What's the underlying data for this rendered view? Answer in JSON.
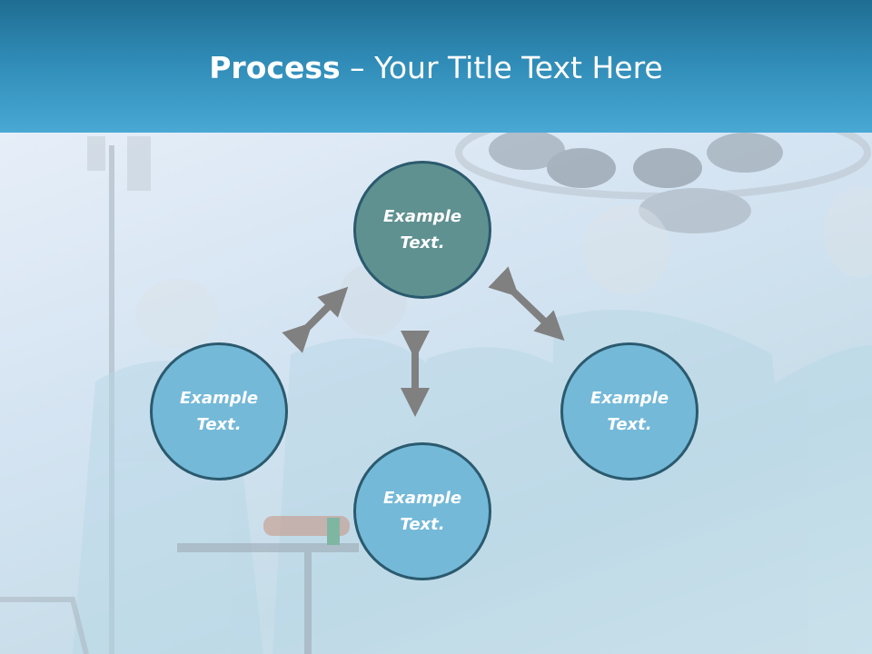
{
  "slide": {
    "title_bold": "Process",
    "title_rest": " – Your Title Text Here"
  },
  "process": {
    "nodes": [
      {
        "text": "Example\nText."
      },
      {
        "text": "Example\nText."
      },
      {
        "text": "Example\nText."
      },
      {
        "text": "Example\nText."
      }
    ]
  },
  "colors": {
    "header": "#2f8bb6",
    "circle_light": "#74b9d8",
    "circle_dark": "#5f9190",
    "circle_border": "#2b5a6e",
    "arrow": "#808080"
  }
}
